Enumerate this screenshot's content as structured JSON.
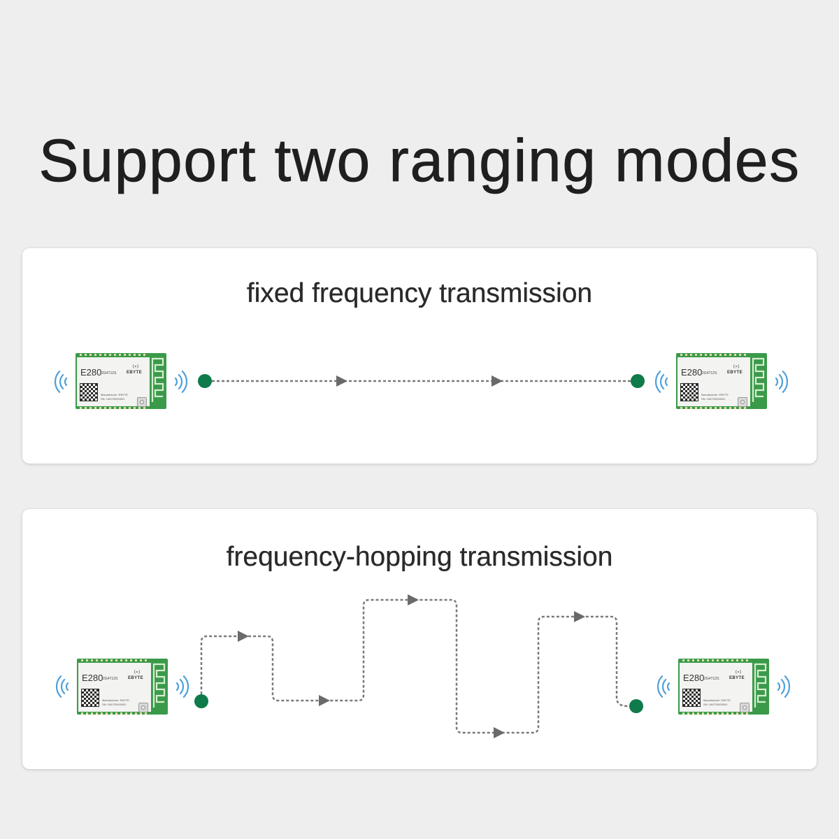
{
  "title": "Support two ranging modes",
  "modes": [
    {
      "label": "fixed frequency transmission"
    },
    {
      "label": "frequency-hopping transmission"
    }
  ],
  "module": {
    "model": "E280",
    "part_number": "2G4T12S",
    "brand": "EBYTE",
    "manufacturer": "Manufacturer: EBYTE",
    "serial": "SN: 196720000001"
  },
  "colors": {
    "background": "#eeeeee",
    "node": "#0f7a4a",
    "signal": "#4da0d8",
    "path": "#7a7a7a",
    "arrow": "#6a6a6a",
    "pcb": "#3a9a4a"
  }
}
